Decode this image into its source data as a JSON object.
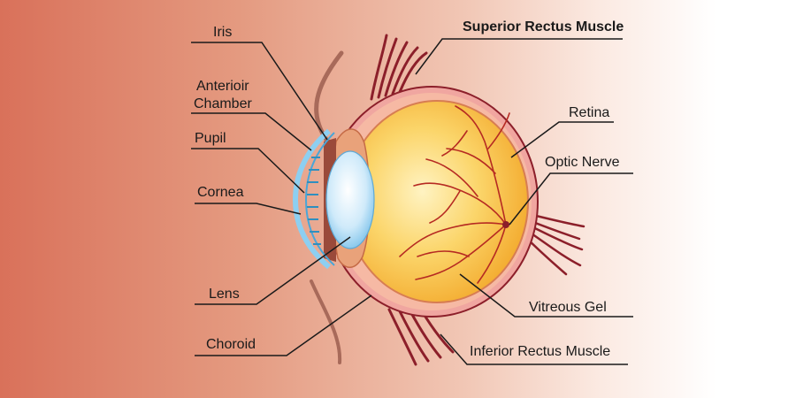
{
  "labels": {
    "iris": "Iris",
    "anterior_chamber_1": "Anterioir",
    "anterior_chamber_2": "Chamber",
    "pupil": "Pupil",
    "cornea": "Cornea",
    "lens": "Lens",
    "choroid": "Choroid",
    "superior_rectus": "Superior Rectus Muscle",
    "retina": "Retina",
    "optic_nerve": "Optic  Nerve",
    "vitreous_gel": "Vitreous Gel",
    "inferior_rectus": "Inferior Rectus Muscle"
  },
  "colors": {
    "background_left": "#d9715a",
    "background_right": "#ffffff",
    "sclera": "#f0a6a0",
    "vitreous": "#f7bd3c",
    "vitreous_highlight": "#fff3c2",
    "lens": "#bfe4f8",
    "cornea": "#8dcff1",
    "vessels": "#b62a22",
    "muscle": "#8c1f2a",
    "eyelid": "#a86a5a",
    "leader_lines": "#1a1a1a"
  }
}
